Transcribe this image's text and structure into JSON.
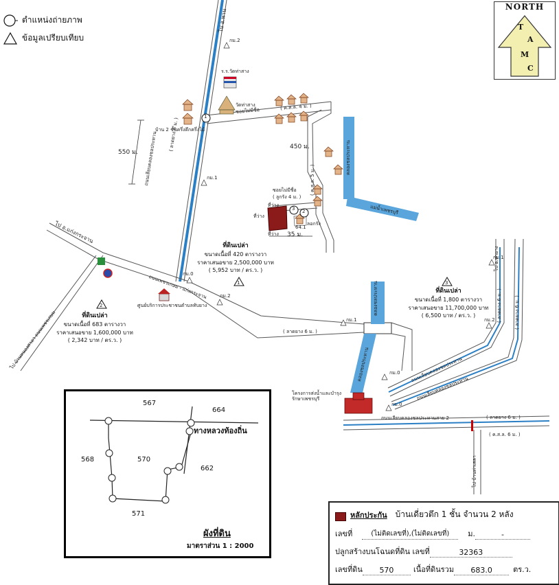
{
  "legend": {
    "photo_position": "ตำแหน่งถ่ายภาพ",
    "comparison_data": "ข้อมูลเปรียบเทียบ"
  },
  "north": {
    "title": "NORTH",
    "letters": [
      "T",
      "A",
      "M",
      "C"
    ]
  },
  "roads": {
    "main_canal_road": "ถนนเลียบคลองชลประทาน",
    "main_canal_road_width": "( ลาดยาง 6 ม. )",
    "to_north_top": "ไป อ.พาน",
    "to_kaeng_krachan": "ไป อ.แก่งกระจาน",
    "tha_yang_road": "ถนนเพชรเกษม - แก่งกระจาน",
    "asphalt_6m": "( ลาดยาง 6 ม. )",
    "to_bottom_left": "ไป บ้านหนองศาลา ถนนเพชรเกษม",
    "to_right_top": "ไป อ.ท่ายาง",
    "right_canal_road_1": "ถนนเลียบคลองชลประทาน",
    "right_canal_road_2": "ถนนเลียบคลองชลประทาน",
    "right_canal_road_3": "ถนนเลียบคลองชลประทานสาย 2",
    "right_asphalt": "( ลาดยาง 6 ม. )",
    "right_kso": "( ค.ส.ล. 6 ม. )",
    "bottom_right_vertical": "ไป บ้านท่าเสลา",
    "right_vertical_width": "( ลาดยาง 6 ม. )",
    "right_vertical_width_2": "( ลาดยาง 6 ม. )",
    "soi_main": "ซอยไม่มีชื่อ",
    "soi_main_width": "( ค.ส.ล. 4 ม. )",
    "soi_inner": "ซอยไม่มีชื่อ",
    "soi_inner_width": "( ลูกรัง 4 ม. )",
    "soi_vertical": "( ค.ส.ล. 5 ม. )",
    "soi_loose": "ลอกรัง",
    "canal_vertical": "คลองชลประทาน",
    "canal_diag": "แม่น้ำเพชรบุรี",
    "canal_bottom": "คลองชลประทาน",
    "canal_mid": "คลองชลประทาน"
  },
  "places": {
    "temple_school": "ร.ร.วัดท่าสาง",
    "temple": "วัดท่าสาง",
    "house_label": "บ้าน 2 ชั้นครึ่งตึกครึ่งไม้",
    "service_center": "ศูนย์บริการประชาชนตำบลทับยาง",
    "school_bottom": "โครงการส่งน้ำและบำรุงรักษาเพชรบุรี"
  },
  "distances": {
    "d550": "550 ม.",
    "d450": "450 ม.",
    "d35": "35 ม."
  },
  "km_markers": [
    "กม.2",
    "กม.1",
    "กม.0",
    "กม.2",
    "กม.1",
    "กม.0",
    "กม.1",
    "กม.2",
    "กม.0"
  ],
  "plots": {
    "vacant_center": {
      "title": "ที่ดินเปล่า",
      "size": "ขนาดเนื้อที่ 420 ตารางวา",
      "price": "ราคาเสนอขาย 2,500,000 บาท",
      "per": "( 5,952 บาท / ตร.ว. )"
    },
    "vacant_left": {
      "title": "ที่ดินเปล่า",
      "size": "ขนาดเนื้อที่ 683 ตารางวา",
      "price": "ราคาเสนอขาย 1,600,000 บาท",
      "per": "( 2,342 บาท / ตร.ว. )"
    },
    "vacant_right": {
      "title": "ที่ดินเปล่า",
      "size": "ขนาดเนื้อที่ 1,800 ตารางวา",
      "price": "ราคาเสนอขาย 11,700,000 บาท",
      "per": "( 6,500 บาท / ตร.ว. )"
    },
    "lot_labels": [
      "ที่ว่าง",
      "ที่ว่าง",
      "ที่ว่าง"
    ],
    "lot_code": "64.1"
  },
  "markers": {
    "photo": [
      "1",
      "2",
      "3"
    ],
    "comparison": [
      "1",
      "2",
      "3"
    ]
  },
  "plan": {
    "parcels": [
      "567",
      "664",
      "568",
      "570",
      "662",
      "571"
    ],
    "road_label": "ทางหลวงท้องถิ่น",
    "title": "ผังที่ดิน",
    "scale": "มาตราส่วน 1 : 2000"
  },
  "info": {
    "collateral_label": "หลักประกัน",
    "collateral_desc": "บ้านเดี่ยวตึก 1 ชั้น จำนวน 2 หลัง",
    "house_no_label": "เลขที่",
    "house_no_value": "(ไม่ติดเลขที่),(ไม่ติดเลขที่)",
    "moo_label": "ม.",
    "moo_value": "-",
    "deed_label": "ปลูกสร้างบนโฉนดที่ดิน เลขที่",
    "deed_value": "32363",
    "land_no_label": "เลขที่ดิน",
    "land_no_value": "570",
    "area_label": "เนื้อที่ดินรวม",
    "area_value": "683.0",
    "area_unit": "ตร.ว."
  },
  "colors": {
    "road_blue": "#2b7fc4",
    "water": "#5aa6dc",
    "collateral": "#8b1a1a",
    "north_fill": "#f3efb0"
  }
}
